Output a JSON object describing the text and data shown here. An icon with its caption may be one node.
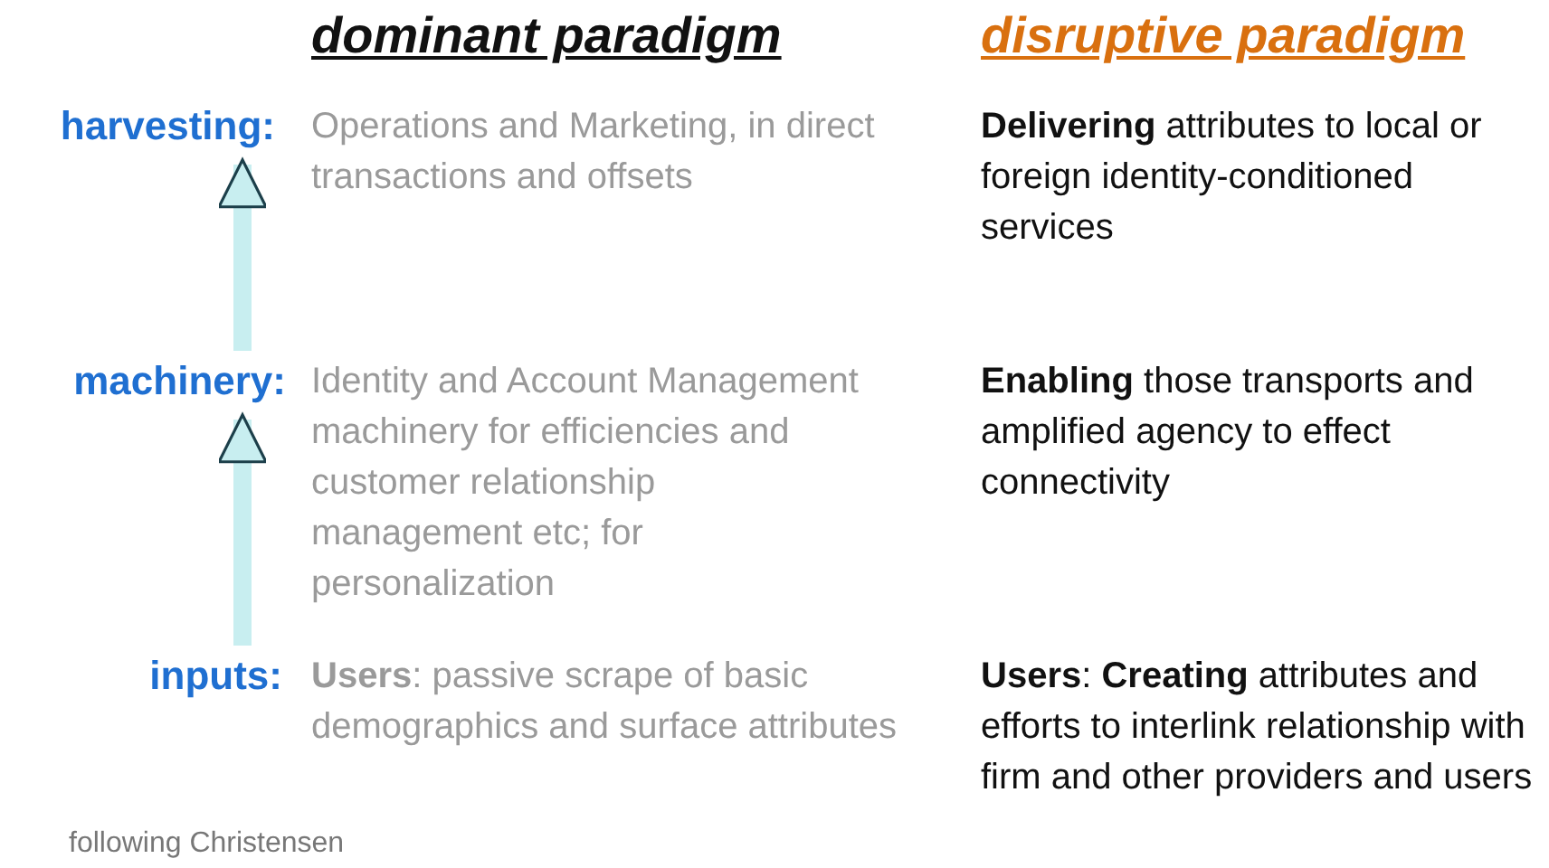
{
  "diagram": {
    "nodes": [
      {
        "text": [
          "harvesting:"
        ]
      },
      {
        "text": [
          "machinery:"
        ]
      },
      {
        "text": [
          "inputs:"
        ]
      }
    ],
    "edges": [
      {
        "from": 1,
        "to": 0,
        "arrow": "to"
      },
      {
        "from": 2,
        "to": 1,
        "arrow": "to"
      }
    ],
    "labels": [
      "dominant paradigm",
      "disruptive paradigm",
      "Operations and Marketing, in direct transactions and offsets",
      "**Delivering** attributes to local or foreign identity-conditioned services",
      "Identity and Account Management machinery for efficiencies and customer relationship management etc; for personalization",
      "**Enabling** those transports and amplified agency to effect connectivity",
      "**Users**: passive scrape of basic demographics and surface attributes",
      "**Users**: **Creating** attributes and efforts to interlink relationship with firm and other providers and users",
      "following Christensen"
    ]
  }
}
